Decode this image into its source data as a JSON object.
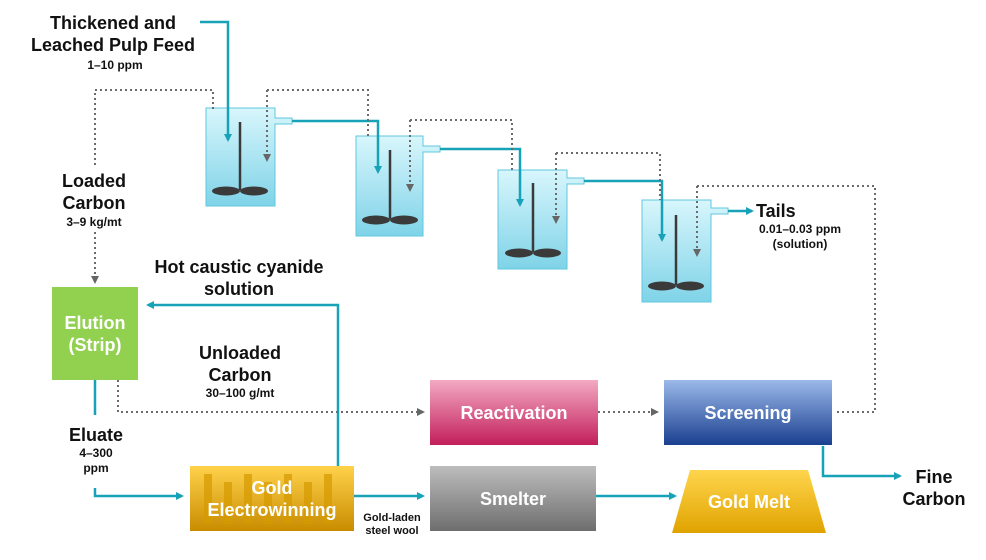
{
  "feed": {
    "title_line1": "Thickened and",
    "title_line2": "Leached Pulp Feed",
    "grade": "1–10 ppm"
  },
  "loaded_carbon": {
    "line1": "Loaded",
    "line2": "Carbon",
    "grade": "3–9 kg/mt"
  },
  "tails": {
    "title": "Tails",
    "grade": "0.01–0.03 ppm",
    "note": "(solution)"
  },
  "hot_caustic": {
    "line1": "Hot caustic cyanide",
    "line2": "solution"
  },
  "unloaded_carbon": {
    "line1": "Unloaded",
    "line2": "Carbon",
    "grade": "30–100 g/mt"
  },
  "eluate": {
    "title": "Eluate",
    "grade_line1": "4–300",
    "grade_line2": "ppm"
  },
  "elution": {
    "line1": "Elution",
    "line2": "(Strip)",
    "color": "#92d050"
  },
  "reactivation": {
    "label": "Reactivation",
    "color": "#d9507f"
  },
  "screening": {
    "label": "Screening",
    "color": "#2f57a6"
  },
  "electrowinning": {
    "line1": "Gold",
    "line2": "Electrowinning",
    "color": "#e6a800"
  },
  "smelter": {
    "label": "Smelter",
    "color": "#8c8c8c"
  },
  "gold_melt": {
    "label": "Gold Melt",
    "color": "#f2b705"
  },
  "steel_wool": {
    "line1": "Gold-laden",
    "line2": "steel wool"
  },
  "fine_carbon": {
    "line1": "Fine",
    "line2": "Carbon"
  },
  "colors": {
    "pulp_line": "#17a2b8",
    "carbon_line": "#7f7f7f",
    "tank_fill": "#a6e3f2",
    "tank_edge": "#2ab6cf",
    "impeller": "#3a3a3a"
  },
  "tanks": [
    {
      "name": "tank-1"
    },
    {
      "name": "tank-2"
    },
    {
      "name": "tank-3"
    },
    {
      "name": "tank-4"
    }
  ]
}
